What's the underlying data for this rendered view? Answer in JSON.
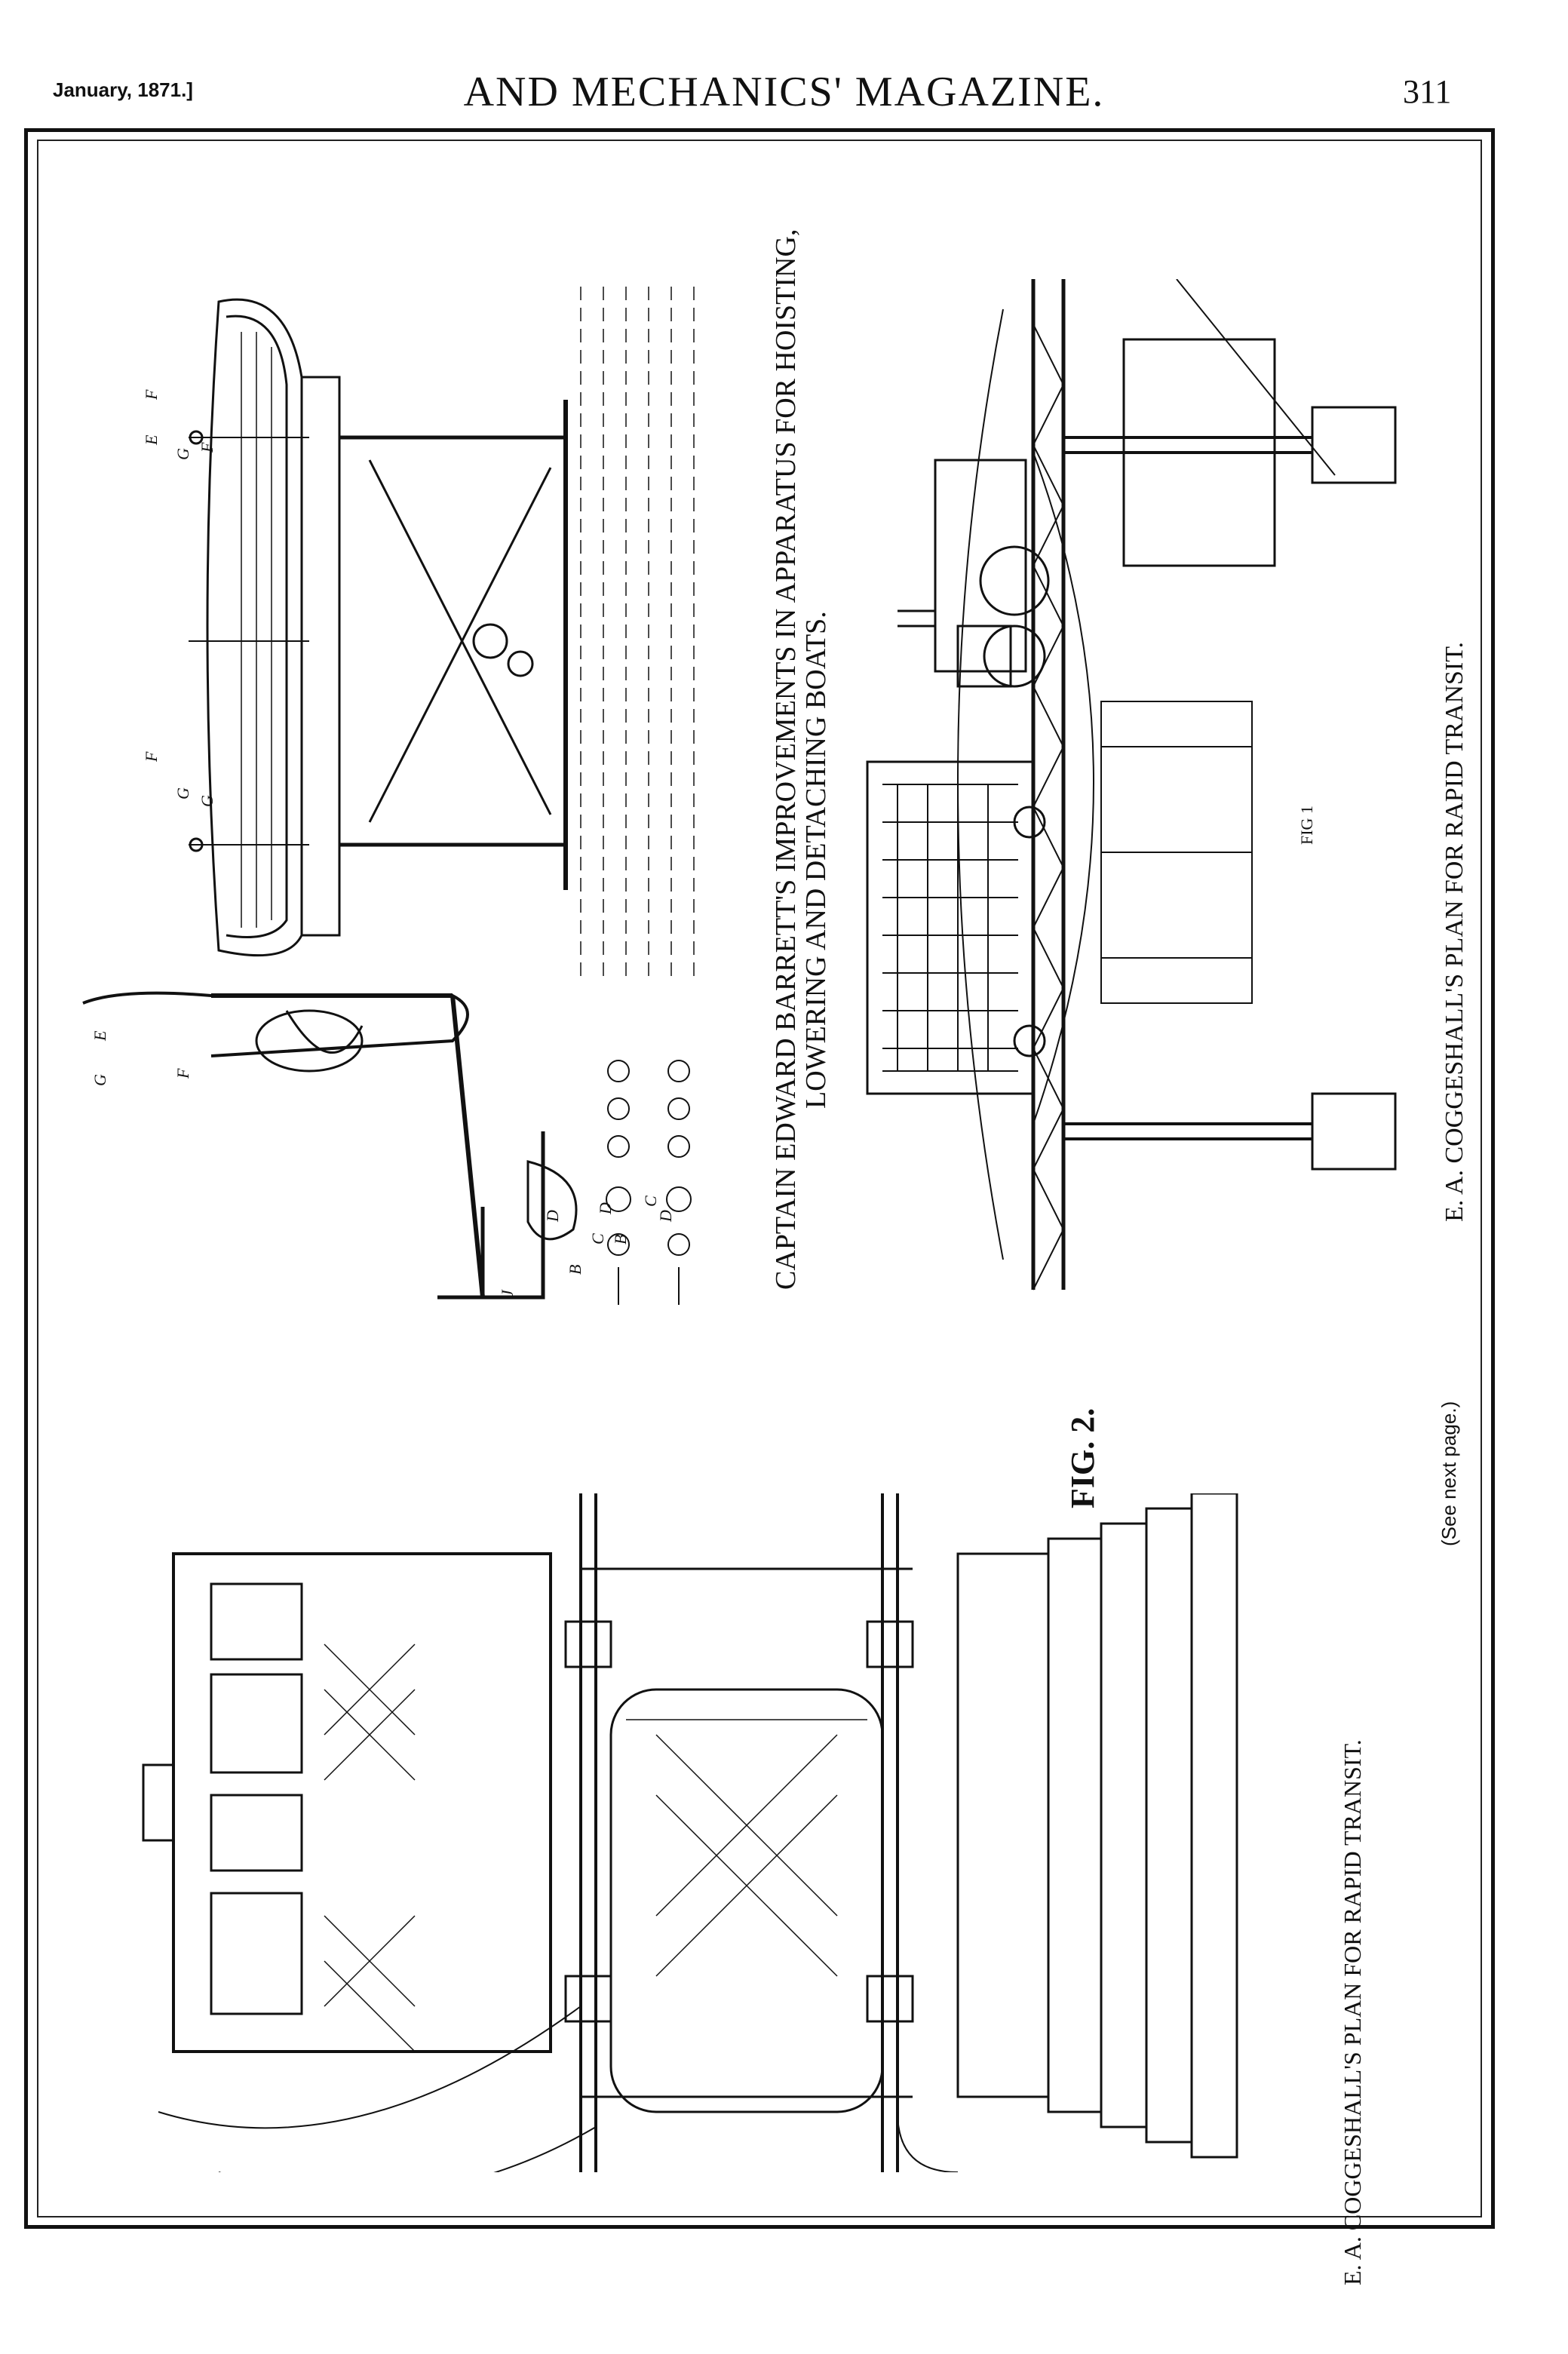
{
  "header": {
    "date": "January, 1871.]",
    "title": "AND MECHANICS' MAGAZINE.",
    "page_number": "311"
  },
  "captions": {
    "barrett_line1": "CAPTAIN EDWARD BARRETT'S IMPROVEMENTS IN APPARATUS FOR HOISTING,",
    "barrett_line2": "LOWERING AND DETACHING BOATS.",
    "coggeshall_top": "E. A. COGGESHALL'S PLAN FOR RAPID TRANSIT.",
    "see_next": "(See next page.)",
    "fig1": "FIG 1",
    "fig2": "FIG. 2.",
    "coggeshall_bottom": "E. A. COGGESHALL'S PLAN FOR RAPID TRANSIT."
  },
  "figure_letters": {
    "boat": [
      "E",
      "F",
      "G",
      "G",
      "F",
      "F",
      "G"
    ],
    "davit": [
      "G",
      "E",
      "F",
      "B",
      "B",
      "C",
      "C",
      "D",
      "D",
      "D",
      "J"
    ]
  }
}
